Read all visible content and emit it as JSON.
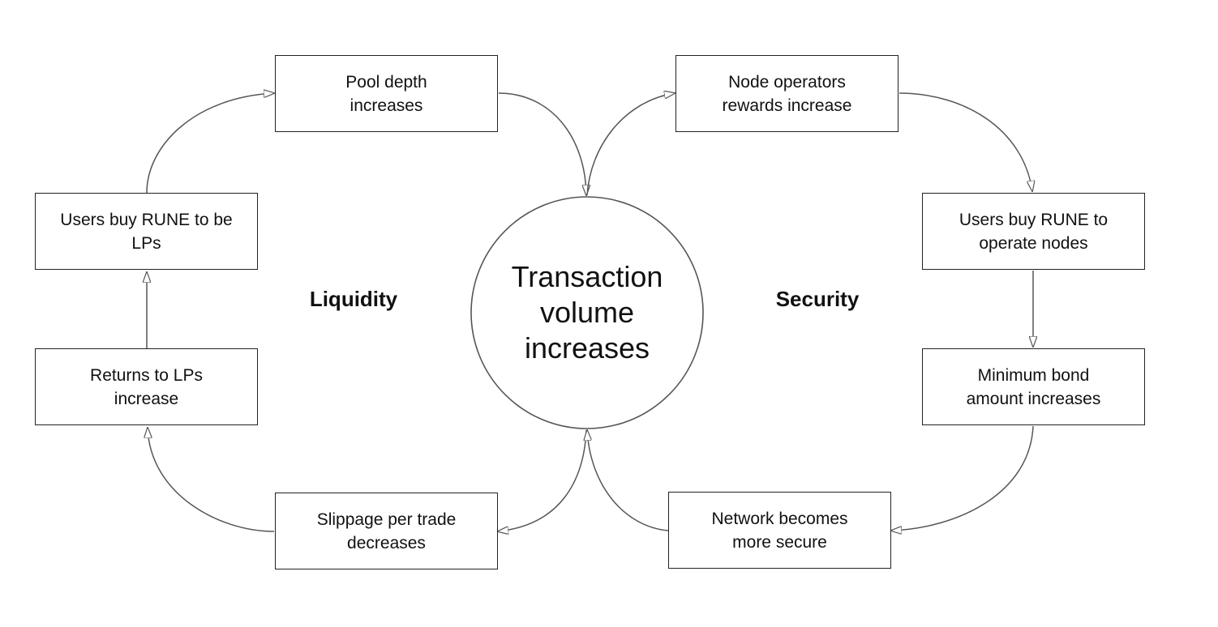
{
  "center": {
    "text": "Transaction volume increases"
  },
  "sections": {
    "liquidity": "Liquidity",
    "security": "Security"
  },
  "liquidity_loop": {
    "pool_depth": "Pool depth increases",
    "slippage": "Slippage per trade decreases",
    "returns": "Returns to LPs increase",
    "users_buy_lp": "Users buy RUNE to be LPs"
  },
  "security_loop": {
    "node_rewards": "Node operators rewards increase",
    "users_buy_nodes": "Users buy RUNE to operate nodes",
    "min_bond": "Minimum bond amount increases",
    "network_secure": "Network becomes more secure"
  },
  "colors": {
    "line": "#555555",
    "border": "#222222",
    "text": "#111111",
    "background": "#ffffff"
  }
}
